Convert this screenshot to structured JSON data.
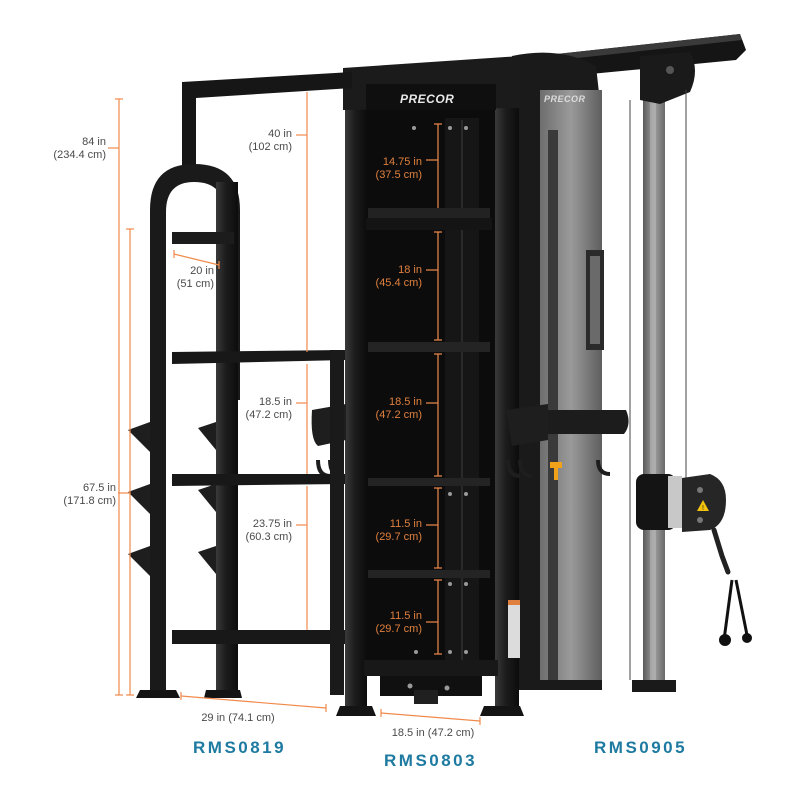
{
  "brand": {
    "logo_text": "PRECOR",
    "logo_text_side": "PRECOR"
  },
  "colors": {
    "dimension_line": "#f08a4b",
    "dimension_text_outer": "#4a4a4a",
    "dimension_text_inner": "#e0803e",
    "model_label": "#1e7aa0",
    "frame": "#1a1a1a",
    "panel": "#0f0f0f",
    "column_gray": "#8c8c8c"
  },
  "dimensions": {
    "overall_height": {
      "imperial": "84 in",
      "metric": "(234.4 cm)"
    },
    "rack_height": {
      "imperial": "67.5 in",
      "metric": "(171.8 cm)"
    },
    "top_gap": {
      "imperial": "40 in",
      "metric": "(102 cm)"
    },
    "rack_depth": {
      "imperial": "20 in",
      "metric": "(51 cm)"
    },
    "mid_gap": {
      "imperial": "18.5 in",
      "metric": "(47.2 cm)"
    },
    "low_gap": {
      "imperial": "23.75 in",
      "metric": "(60.3 cm)"
    },
    "rack_width": {
      "text": "29 in (74.1 cm)"
    },
    "tower_width": {
      "text": "18.5 in (47.2 cm)"
    },
    "inner_spacings": [
      {
        "imperial": "14.75 in",
        "metric": "(37.5 cm)"
      },
      {
        "imperial": "18 in",
        "metric": "(45.4 cm)"
      },
      {
        "imperial": "18.5 in",
        "metric": "(47.2 cm)"
      },
      {
        "imperial": "11.5 in",
        "metric": "(29.7 cm)"
      },
      {
        "imperial": "11.5 in",
        "metric": "(29.7 cm)"
      }
    ]
  },
  "models": [
    {
      "id": "RMS0819",
      "name": "left storage rack"
    },
    {
      "id": "RMS0803",
      "name": "center tower"
    },
    {
      "id": "RMS0905",
      "name": "right cable column"
    }
  ],
  "icons": [
    "warning-triangle-icon",
    "cable-handle-icon"
  ]
}
